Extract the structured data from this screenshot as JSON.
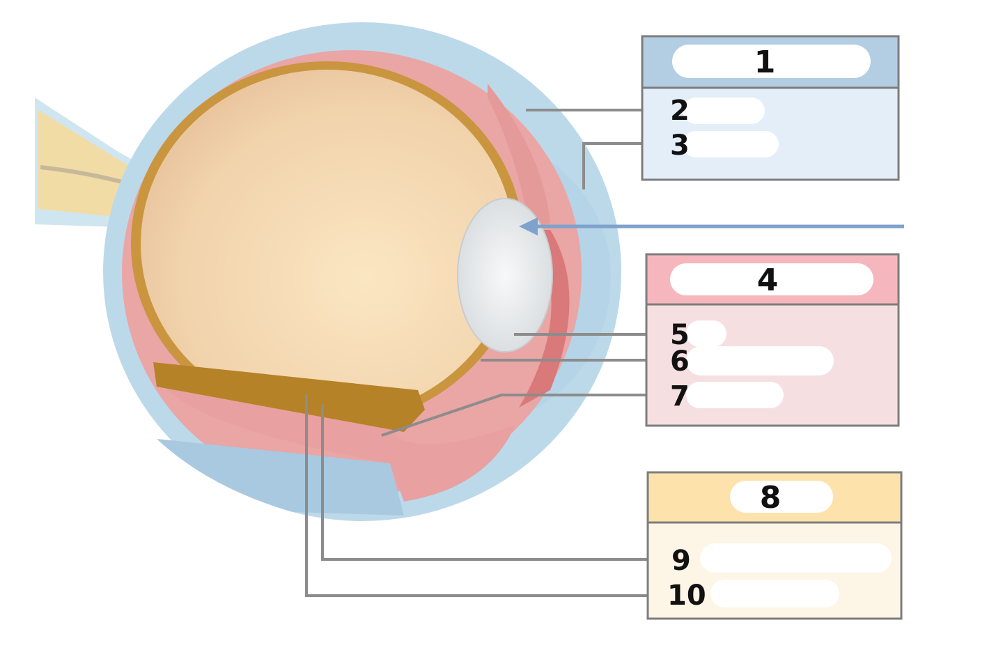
{
  "colors": {
    "sclera": "#b9d9ea",
    "choroid": "#e9a0a0",
    "retina": "#b8862e",
    "vitreous": "#f3dcb6",
    "lens": "#e9ecef",
    "fibrous_header": "#b3cde3",
    "fibrous_body": "#e3eef8",
    "vascular_header": "#f5b7bd",
    "vascular_body": "#f6dfe1",
    "neural_header": "#fde2ab",
    "neural_body": "#fdf5e6",
    "leader": "#8c8c8c",
    "arrow": "#7ea2cc"
  },
  "boxes": [
    {
      "title": "1",
      "items": [
        "2",
        "3"
      ]
    },
    {
      "title": "4",
      "items": [
        "5",
        "6",
        "7"
      ]
    },
    {
      "title": "8",
      "items": [
        "9",
        "10"
      ]
    }
  ]
}
